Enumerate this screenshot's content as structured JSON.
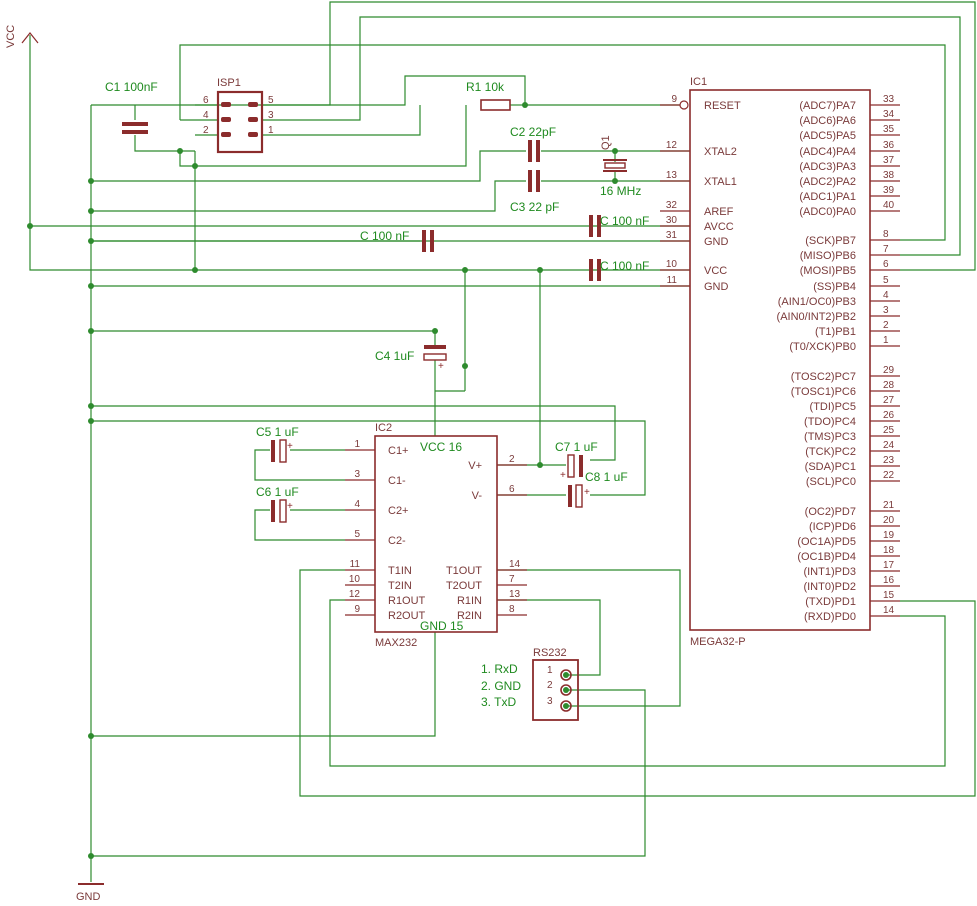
{
  "supply": {
    "vcc": "VCC",
    "gnd": "GND"
  },
  "isp": {
    "name": "ISP1",
    "pins": [
      "6",
      "4",
      "2",
      "5",
      "3",
      "1"
    ]
  },
  "r1": {
    "label": "R1 10k"
  },
  "c1": {
    "label": "C1 100nF"
  },
  "c2": {
    "label": "C2 22pF"
  },
  "c3": {
    "label": "C3 22 pF"
  },
  "q1": {
    "name": "Q1",
    "label": "16 MHz"
  },
  "c_avcc": {
    "label": "C 100 nF"
  },
  "c_aref": {
    "label": "C 100 nF"
  },
  "c_vcc": {
    "label": "C 100 nF"
  },
  "c4": {
    "label": "C4 1uF"
  },
  "c5": {
    "label": "C5 1 uF"
  },
  "c6": {
    "label": "C6 1 uF"
  },
  "c7": {
    "label": "C7 1 uF"
  },
  "c8": {
    "label": "C8 1 uF"
  },
  "ic1": {
    "name": "IC1",
    "value": "MEGA32-P",
    "left_pins": [
      {
        "num": "9",
        "label": "RESET"
      },
      {
        "num": "12",
        "label": "XTAL2"
      },
      {
        "num": "13",
        "label": "XTAL1"
      },
      {
        "num": "32",
        "label": "AREF"
      },
      {
        "num": "30",
        "label": "AVCC"
      },
      {
        "num": "31",
        "label": "GND"
      },
      {
        "num": "10",
        "label": "VCC"
      },
      {
        "num": "11",
        "label": "GND"
      }
    ],
    "right_pins": [
      {
        "num": "33",
        "label": "(ADC7)PA7"
      },
      {
        "num": "34",
        "label": "(ADC6)PA6"
      },
      {
        "num": "35",
        "label": "(ADC5)PA5"
      },
      {
        "num": "36",
        "label": "(ADC4)PA4"
      },
      {
        "num": "37",
        "label": "(ADC3)PA3"
      },
      {
        "num": "38",
        "label": "(ADC2)PA2"
      },
      {
        "num": "39",
        "label": "(ADC1)PA1"
      },
      {
        "num": "40",
        "label": "(ADC0)PA0"
      },
      {
        "num": "8",
        "label": "(SCK)PB7"
      },
      {
        "num": "7",
        "label": "(MISO)PB6"
      },
      {
        "num": "6",
        "label": "(MOSI)PB5"
      },
      {
        "num": "5",
        "label": "(SS)PB4"
      },
      {
        "num": "4",
        "label": "(AIN1/OC0)PB3"
      },
      {
        "num": "3",
        "label": "(AIN0/INT2)PB2"
      },
      {
        "num": "2",
        "label": "(T1)PB1"
      },
      {
        "num": "1",
        "label": "(T0/XCK)PB0"
      },
      {
        "num": "29",
        "label": "(TOSC2)PC7"
      },
      {
        "num": "28",
        "label": "(TOSC1)PC6"
      },
      {
        "num": "27",
        "label": "(TDI)PC5"
      },
      {
        "num": "26",
        "label": "(TDO)PC4"
      },
      {
        "num": "25",
        "label": "(TMS)PC3"
      },
      {
        "num": "24",
        "label": "(TCK)PC2"
      },
      {
        "num": "23",
        "label": "(SDA)PC1"
      },
      {
        "num": "22",
        "label": "(SCL)PC0"
      },
      {
        "num": "21",
        "label": "(OC2)PD7"
      },
      {
        "num": "20",
        "label": "(ICP)PD6"
      },
      {
        "num": "19",
        "label": "(OC1A)PD5"
      },
      {
        "num": "18",
        "label": "(OC1B)PD4"
      },
      {
        "num": "17",
        "label": "(INT1)PD3"
      },
      {
        "num": "16",
        "label": "(INT0)PD2"
      },
      {
        "num": "15",
        "label": "(TXD)PD1"
      },
      {
        "num": "14",
        "label": "(RXD)PD0"
      }
    ]
  },
  "ic2": {
    "name": "IC2",
    "value": "MAX232",
    "vcc": "VCC 16",
    "gnd": "GND 15",
    "left_pins": [
      {
        "num": "1",
        "label": "C1+"
      },
      {
        "num": "3",
        "label": "C1-"
      },
      {
        "num": "4",
        "label": "C2+"
      },
      {
        "num": "5",
        "label": "C2-"
      },
      {
        "num": "11",
        "label": "T1IN"
      },
      {
        "num": "10",
        "label": "T2IN"
      },
      {
        "num": "12",
        "label": "R1OUT"
      },
      {
        "num": "9",
        "label": "R2OUT"
      }
    ],
    "right_pins": [
      {
        "num": "2",
        "label": "V+"
      },
      {
        "num": "6",
        "label": "V-"
      },
      {
        "num": "14",
        "label": "T1OUT"
      },
      {
        "num": "7",
        "label": "T2OUT"
      },
      {
        "num": "13",
        "label": "R1IN"
      },
      {
        "num": "8",
        "label": "R2IN"
      }
    ]
  },
  "rs232": {
    "name": "RS232",
    "pins": [
      "1",
      "2",
      "3"
    ],
    "legend": [
      "1. RxD",
      "2. GND",
      "3. TxD"
    ]
  }
}
